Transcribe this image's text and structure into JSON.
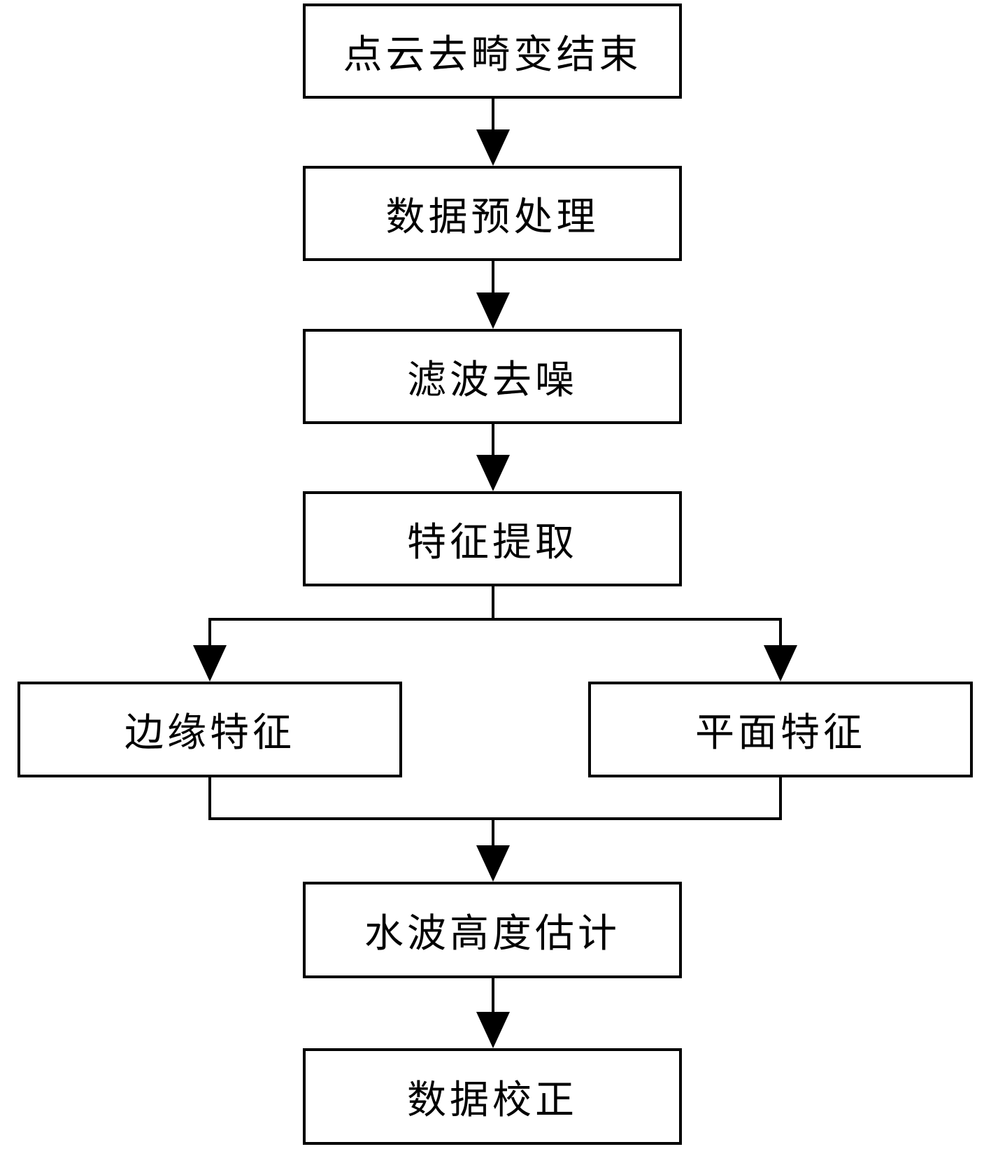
{
  "diagram": {
    "type": "flowchart",
    "direction": "top-down",
    "nodes": {
      "start": {
        "label": "点云去畸变结束"
      },
      "preprocess": {
        "label": "数据预处理"
      },
      "denoise": {
        "label": "滤波去噪"
      },
      "feature": {
        "label": "特征提取"
      },
      "edge_feature": {
        "label": "边缘特征"
      },
      "plane_feature": {
        "label": "平面特征"
      },
      "wave_height": {
        "label": "水波高度估计"
      },
      "correction": {
        "label": "数据校正"
      }
    },
    "edges": [
      {
        "from": "start",
        "to": "preprocess"
      },
      {
        "from": "preprocess",
        "to": "denoise"
      },
      {
        "from": "denoise",
        "to": "feature"
      },
      {
        "from": "feature",
        "to": "edge_feature"
      },
      {
        "from": "feature",
        "to": "plane_feature"
      },
      {
        "from": "edge_feature",
        "to": "wave_height"
      },
      {
        "from": "plane_feature",
        "to": "wave_height"
      },
      {
        "from": "wave_height",
        "to": "correction"
      }
    ],
    "colors": {
      "line": "#000000",
      "text": "#000000",
      "box_fill": "#ffffff",
      "background": "#ffffff"
    }
  }
}
